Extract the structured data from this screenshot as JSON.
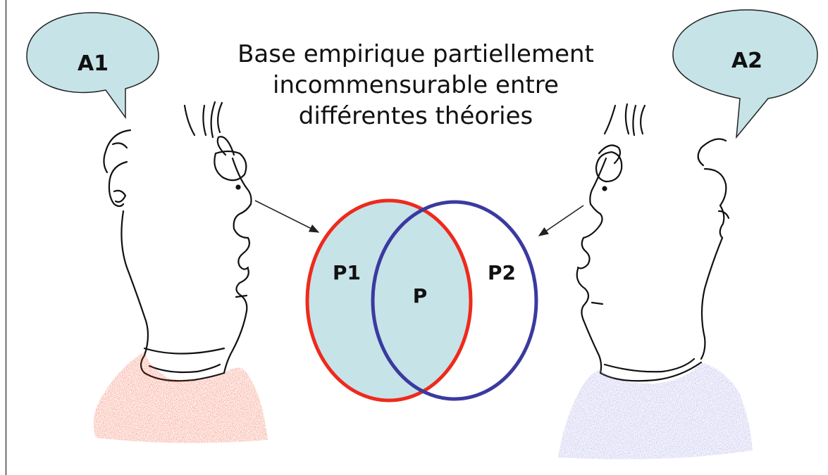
{
  "title_lines": [
    "Base empirique partiellement",
    "incommensurable entre",
    "différentes théories"
  ],
  "speaker_left": {
    "bubble_label": "A1",
    "shirt_color": "#ee4422"
  },
  "speaker_right": {
    "bubble_label": "A2",
    "shirt_color": "#8a8ae0"
  },
  "venn": {
    "left_set_label": "P1",
    "right_set_label": "P2",
    "intersection_label": "P",
    "left_outline_color": "#ee2a1c",
    "right_outline_color": "#3a3aa0",
    "fill_color": "#c6e3e8"
  },
  "bubble_fill_color": "#c6e3e8"
}
